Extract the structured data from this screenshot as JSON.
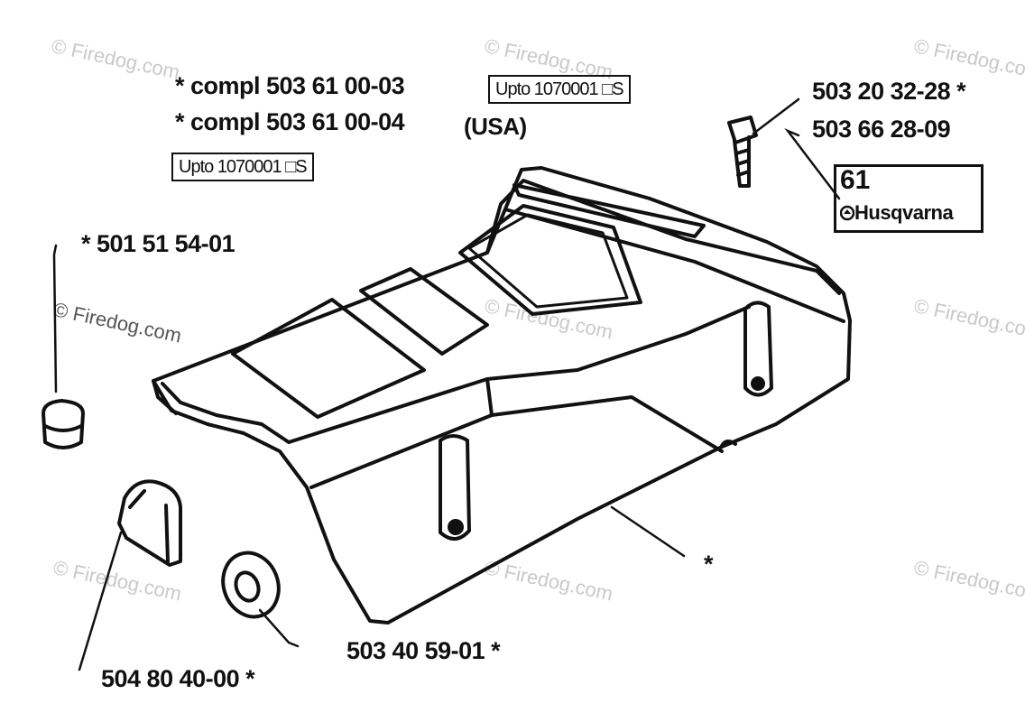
{
  "watermark": {
    "text": "© Firedog.com",
    "color": "#c9c9c9"
  },
  "labels": {
    "compl_03": "*  compl 503 61 00-03",
    "compl_04": "*  compl 503 61 00-04",
    "usa": "(USA)",
    "upto_top": "Upto 1070001 □S",
    "upto_left": "Upto 1070001 □S",
    "screw_part": "503 20 32-28  *",
    "decal_part": "503 66 28-09",
    "plug_part": "* 501 51 54-01",
    "body_marker": "*",
    "grommet_part": "503 40 59-01  *",
    "cover_part": "504 80 40-00  *"
  },
  "badge": {
    "number": "61",
    "brand": "Husqvarna"
  },
  "icons": {
    "badge_logo": "husqvarna-crown-icon"
  }
}
